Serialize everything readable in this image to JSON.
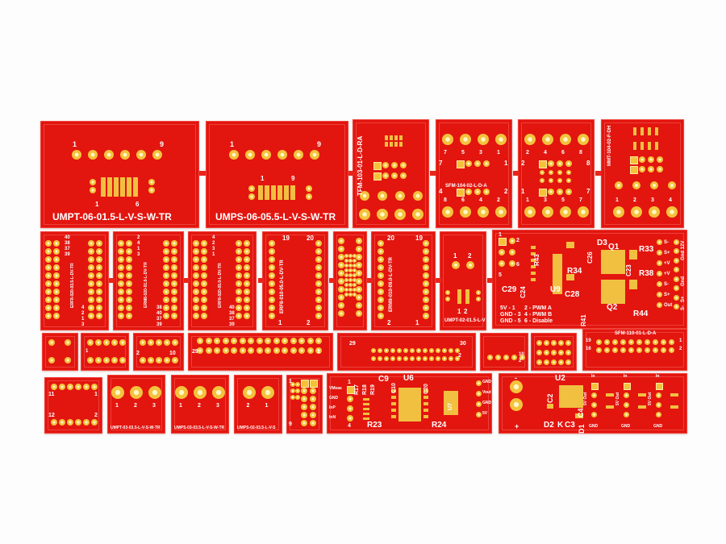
{
  "colors": {
    "pcb": "#e3150f",
    "pad": "#f4c33c",
    "silkscreen": "#ffffff",
    "background": "#fdfdfd"
  },
  "boards": {
    "umpt06": {
      "title": "UMPT-06-01.5-L-V-S-W-TR",
      "pin_a": "1",
      "pin_b": "9",
      "pin_c": "1",
      "pin_d": "6"
    },
    "umps06": {
      "title": "UMPS-06-05.5-L-V-S-W-TR",
      "pin_a": "1",
      "pin_b": "9",
      "pin_c": "1",
      "pin_d": "9"
    },
    "tfm103": {
      "title": "TFM-103-01-L-D-RA"
    },
    "sfm104": {
      "title": "SFM-104-02-L-D-A",
      "pins": [
        "7",
        "5",
        "3",
        "1",
        "7",
        "1",
        "4",
        "2",
        "8",
        "6",
        "4",
        "2"
      ]
    },
    "board8": {
      "pins": [
        "2",
        "4",
        "6",
        "8",
        "2",
        "8",
        "1",
        "7",
        "1",
        "3",
        "5",
        "7"
      ]
    },
    "mmt104": {
      "title": "MMT-104-02-F-DH",
      "pins": [
        "1",
        "2",
        "3",
        "4"
      ]
    },
    "erf8_a": {
      "title": "ERF8-020-03.5-L-DV-TR",
      "pins": [
        "40",
        "38",
        "37",
        "39",
        "4",
        "2",
        "1",
        "3"
      ]
    },
    "erm8_b": {
      "title": "ERM8-020-01.0-L-DV-TR",
      "pins": [
        "2",
        "4",
        "1",
        "3",
        "38",
        "40",
        "37",
        "39"
      ]
    },
    "erf8_c": {
      "title": "ERF8-020-05.0-L-DV-TR",
      "pins": [
        "4",
        "2",
        "3",
        "1",
        "40",
        "38",
        "37",
        "39"
      ]
    },
    "erf8_d": {
      "title": "ERF8-010-05.0-L-DV-TR",
      "pins": [
        "19",
        "20",
        "1",
        "2"
      ]
    },
    "erm8_e": {
      "title": "ERM8-010-09.0-L-DV-TR",
      "pins": [
        "20",
        "19",
        "2",
        "1"
      ]
    },
    "umpt02": {
      "title": "UMPT-02-01.5-L-V",
      "pins": [
        "1",
        "2",
        "1",
        "2"
      ]
    },
    "driver": {
      "refs": [
        "R43",
        "C26",
        "D3",
        "Q1",
        "C23",
        "R33",
        "R34",
        "R38",
        "R41",
        "C24",
        "C29",
        "U9",
        "C28",
        "Q2",
        "R44"
      ],
      "header": [
        "1",
        "2",
        "6",
        "5"
      ],
      "legend": [
        "5V - 1",
        "2 - PWM A",
        "GND - 3",
        "4 - PWM B",
        "GND - 5",
        "6 - Disable"
      ],
      "out_pins": [
        "S-",
        "S+",
        "+V",
        "+V",
        "S-",
        "S+",
        "Out"
      ],
      "right_pins": [
        "Gnd 12V",
        "Gnd",
        "S+",
        "S-"
      ]
    },
    "row3": {
      "a": [
        "1",
        "2"
      ],
      "b": [
        "10",
        "2",
        "1"
      ],
      "c": [
        "29",
        "30",
        "2",
        "1"
      ],
      "d": [
        "29",
        "30",
        "2"
      ],
      "e": [
        "10",
        "2"
      ],
      "sfm110": {
        "title": "SFM-110-01-L-D-A",
        "pins": [
          "19",
          "16",
          "1",
          "2"
        ]
      }
    },
    "umpt03": {
      "title": "UMPT-03-03.5-L-V-S-W-TR",
      "pins": [
        "1",
        "2",
        "3"
      ]
    },
    "umps03": {
      "title": "UMPS-03-03.5-L-V-S-W-TR",
      "pins": [
        "1",
        "2",
        "3"
      ]
    },
    "umps02": {
      "title": "UMPS-02-03.5-L-V-S",
      "pins": [
        "2",
        "1"
      ]
    },
    "dip12": {
      "pins": [
        "11",
        "1",
        "12",
        "2"
      ]
    },
    "small9": {
      "pins": [
        "1",
        "9"
      ]
    },
    "amp": {
      "refs": [
        "R17",
        "R18",
        "R19",
        "C9",
        "C10",
        "U6",
        "C20",
        "U7",
        "R23",
        "R24"
      ],
      "left_pins": [
        "VMeas",
        "GND",
        "InP",
        "InN"
      ],
      "pin_nums": [
        "1",
        "4"
      ],
      "right_pins": [
        "GND",
        "Vout",
        "GND",
        "5V"
      ]
    },
    "reg": {
      "refs": [
        "U2",
        "C2",
        "C4",
        "C3",
        "D2",
        "D1",
        "K"
      ],
      "polarity": [
        "-",
        "+"
      ],
      "in": "In",
      "out": "5V Out",
      "gnd": "GND"
    }
  }
}
